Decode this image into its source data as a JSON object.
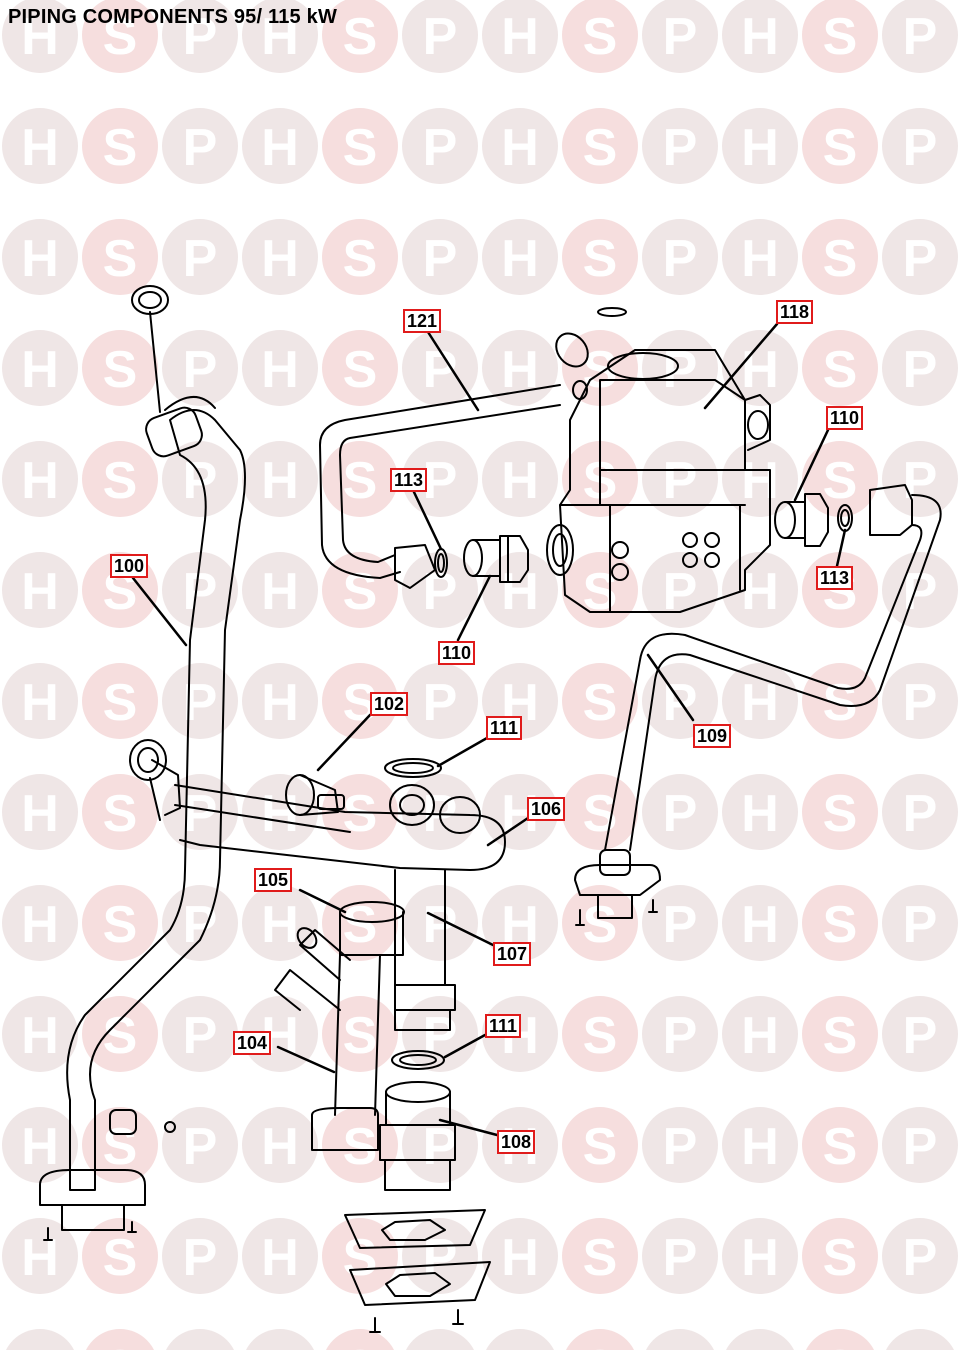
{
  "title": "PIPING COMPONENTS 95/ 115 kW",
  "watermark": {
    "letters": [
      "H",
      "S",
      "P"
    ],
    "circle_color": "#efe6e6",
    "accent_circle_color": "#f6dede",
    "letter_color": "#ffffff"
  },
  "colors": {
    "callout_border": "#e01b1b",
    "line": "#000000"
  },
  "callouts": [
    {
      "id": "c121",
      "label": "121"
    },
    {
      "id": "c118",
      "label": "118"
    },
    {
      "id": "c110a",
      "label": "110"
    },
    {
      "id": "c113a",
      "label": "113"
    },
    {
      "id": "c113b",
      "label": "113"
    },
    {
      "id": "c100",
      "label": "100"
    },
    {
      "id": "c110b",
      "label": "110"
    },
    {
      "id": "c102",
      "label": "102"
    },
    {
      "id": "c111a",
      "label": "111"
    },
    {
      "id": "c109",
      "label": "109"
    },
    {
      "id": "c106",
      "label": "106"
    },
    {
      "id": "c105",
      "label": "105"
    },
    {
      "id": "c107",
      "label": "107"
    },
    {
      "id": "c111b",
      "label": "111"
    },
    {
      "id": "c104",
      "label": "104"
    },
    {
      "id": "c108",
      "label": "108"
    }
  ]
}
